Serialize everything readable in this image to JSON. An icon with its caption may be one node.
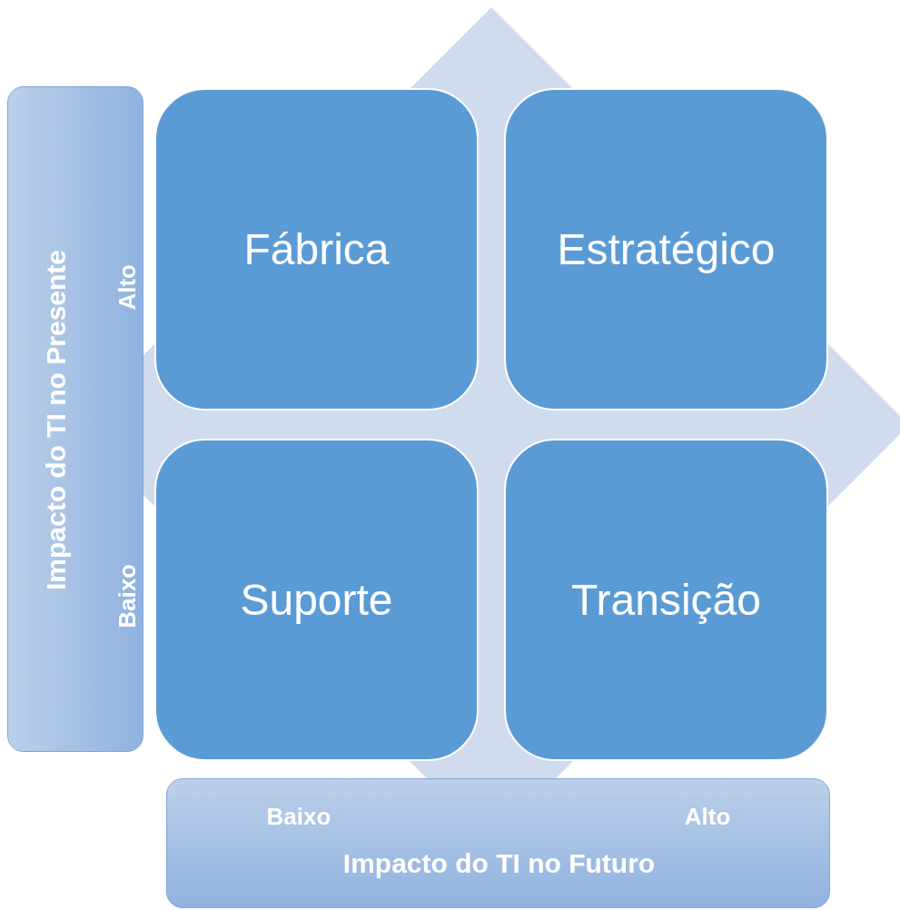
{
  "diagram": {
    "nodes": [
      {
        "text": [
          "Impacto do TI no Presente",
          "Alto",
          "Baixo"
        ]
      },
      {
        "text": [
          "Fábrica"
        ]
      },
      {
        "text": [
          "Estratégico"
        ]
      },
      {
        "text": [
          "Suporte"
        ]
      },
      {
        "text": [
          "Transição"
        ]
      },
      {
        "text": [
          "Baixo",
          "Alto",
          "Impacto do TI no Futuro"
        ]
      }
    ],
    "edges": []
  }
}
